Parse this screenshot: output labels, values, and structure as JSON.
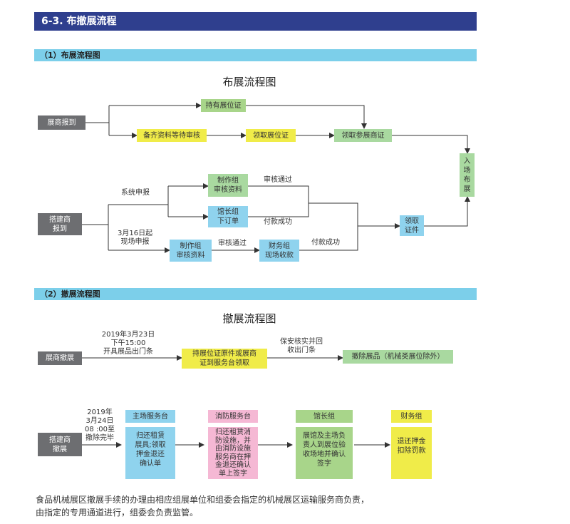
{
  "header": {
    "title": "6-3. 布撤展流程"
  },
  "section1": {
    "heading": "（1）布展流程图",
    "chart_title": "布展流程图",
    "nodes": {
      "exhibitor_report": "展商报到",
      "hold_cert": "持有展位证",
      "prepare_docs": "备齐资料等待审核",
      "get_booth_cert": "领取展位证",
      "get_exhibitor_cert": "领取参展商证",
      "enter_setup": "入\n场\n布\n展",
      "builder_report": "搭建商\n报到",
      "prod_review_1": "制作组\n审核资料",
      "hall_order": "馆长组\n下订单",
      "prod_review_2": "制作组\n审核资料",
      "finance_collect": "财务组\n现场收款",
      "get_cert": "领取\n证件"
    },
    "labels": {
      "system_report": "系统申报",
      "onsite_report": "3月16日起\n现场申报",
      "review_pass_1": "审核通过",
      "payment_ok_1": "付款成功",
      "review_pass_2": "审核通过",
      "payment_ok_2": "付款成功"
    }
  },
  "section2": {
    "heading": "（2）撤展流程图",
    "chart_title": "撤展流程图",
    "nodes": {
      "exhibitor_teardown": "展商撤展",
      "hold_original": "持展位证原件或展商\n证到服务台领取",
      "remove_exhibits": "撤除展品（机械类展位除外）",
      "builder_teardown": "搭建商\n撤展",
      "main_desk_title": "主场服务台",
      "main_desk_body": "归还租赁\n展具;领取\n押金退还\n确认单",
      "fire_desk_title": "消防服务台",
      "fire_desk_body": "归还租赁消\n防设施，并\n由消防设施\n服务商在押\n金退还确认\n单上签字",
      "hall_group_title": "馆长组",
      "hall_group_body": "展馆及主场负\n责人到展位验\n收场地并确认\n签字",
      "finance_title": "财务组",
      "finance_body": "退还押金\n扣除罚款"
    },
    "labels": {
      "deadline": "2019年3月23日\n下午15:00\n开具展品出门条",
      "security": "保安核实并回\n收出门条",
      "builder_deadline": "2019年\n3月24日\n08 :00至\n撤除完毕"
    }
  },
  "footer": {
    "line1": "食品机械展区撤展手续的办理由相应组展单位和组委会指定的机械展区运输服务商负责，",
    "line2": "由指定的专用通道进行，组委会负责监管。"
  }
}
